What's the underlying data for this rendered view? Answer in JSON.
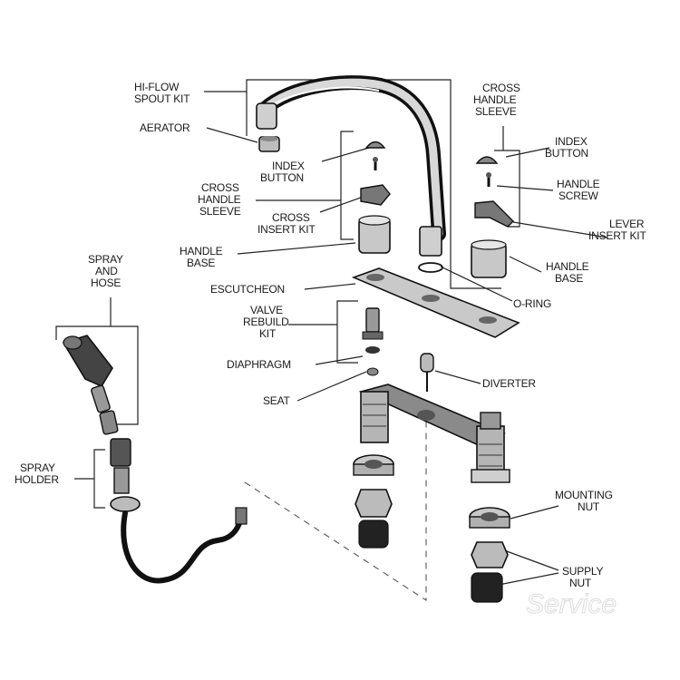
{
  "labels": {
    "hi_flow_spout_kit": [
      "HI-FLOW",
      "SPOUT KIT"
    ],
    "aerator": [
      "AERATOR"
    ],
    "index_button_left": [
      "INDEX",
      "BUTTON"
    ],
    "cross_handle_sleeve_left": [
      "CROSS",
      "HANDLE",
      "SLEEVE"
    ],
    "cross_insert_kit": [
      "CROSS",
      "INSERT KIT"
    ],
    "handle_base_left": [
      "HANDLE",
      "BASE"
    ],
    "escutcheon": [
      "ESCUTCHEON"
    ],
    "valve_rebuild_kit": [
      "VALVE",
      "REBUILD",
      "KIT"
    ],
    "diaphragm": [
      "DIAPHRAGM"
    ],
    "seat": [
      "SEAT"
    ],
    "spray_and_hose": [
      "SPRAY",
      "AND",
      "HOSE"
    ],
    "spray_holder": [
      "SPRAY",
      "HOLDER"
    ],
    "cross_handle_sleeve_right": [
      "CROSS",
      "HANDLE",
      "SLEEVE"
    ],
    "index_button_right": [
      "INDEX",
      "BUTTON"
    ],
    "handle_screw": [
      "HANDLE",
      "SCREW"
    ],
    "lever_insert_kit": [
      "LEVER",
      "INSERT KIT"
    ],
    "handle_base_right": [
      "HANDLE",
      "BASE"
    ],
    "o_ring": [
      "O-RING"
    ],
    "diverter": [
      "DIVERTER"
    ],
    "mounting_nut": [
      "MOUNTING",
      "NUT"
    ],
    "supply_nut": [
      "SUPPLY",
      "NUT"
    ]
  },
  "watermark": "Service"
}
